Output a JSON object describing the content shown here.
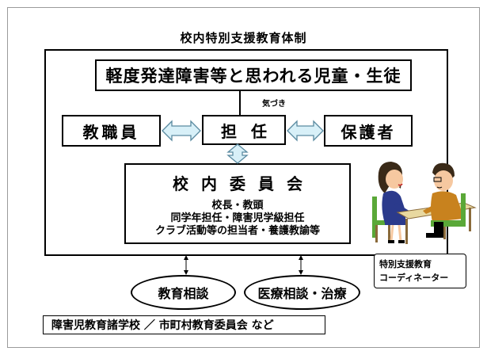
{
  "diagram": {
    "title": "校内特別支援教育体制",
    "top_box": "軽度発達障害等と思われる児童・生徒",
    "kizuki": "気づき",
    "left_box": "教職員",
    "center_box": "担任",
    "right_box": "保護者",
    "committee": {
      "title": "校内委員会",
      "lines": [
        "校長・教頭",
        "同学年担任・障害児学級担任",
        "クラブ活動等の担当者・養護教諭等"
      ]
    },
    "ellipse_left": "教育相談",
    "ellipse_right": "医療相談・治療",
    "bottom_box": "障害児教育諸学校 ／ 市町村教育委員会 など",
    "coordinator": [
      "特別支援教育",
      "コーディネーター"
    ]
  },
  "colors": {
    "arrow_fill": "#d8f0f8",
    "arrow_stroke": "#5a8aa0",
    "table_top": "#e8d8a0",
    "table_legs": "#8a6a3a",
    "person_left_clothes": "#2b3a8c",
    "person_right_clothes": "#c8821e",
    "chair_green": "#5aa838",
    "skin": "#f6c8a0",
    "hair": "#3a2a18"
  }
}
